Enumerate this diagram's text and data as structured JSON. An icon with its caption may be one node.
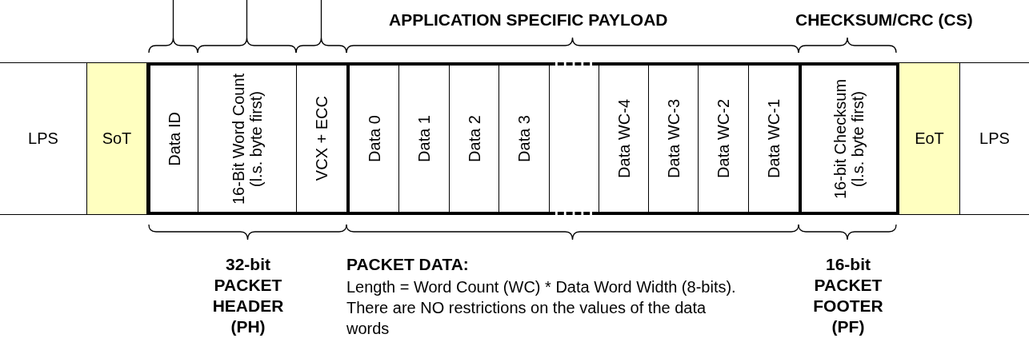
{
  "diagram": {
    "nodes": [
      {
        "text": [
          "LPS"
        ]
      },
      {
        "text": [
          "SoT"
        ]
      },
      {
        "text": [
          "Data ID"
        ]
      },
      {
        "text": [
          "16-Bit Word Count (l.s. byte first)"
        ]
      },
      {
        "text": [
          "VCX + ECC"
        ]
      },
      {
        "text": [
          "Data 0"
        ]
      },
      {
        "text": [
          "Data 1"
        ]
      },
      {
        "text": [
          "Data 2"
        ]
      },
      {
        "text": [
          "Data 3"
        ]
      },
      {
        "text": [],
        "shape": "box"
      },
      {
        "text": [
          "Data WC-4"
        ]
      },
      {
        "text": [
          "Data WC-3"
        ]
      },
      {
        "text": [
          "Data WC-2"
        ]
      },
      {
        "text": [
          "Data WC-1"
        ]
      },
      {
        "text": [
          "16-bit Checksum (l.s. byte first)"
        ]
      },
      {
        "text": [
          "EoT"
        ]
      },
      {
        "text": [
          "LPS"
        ]
      }
    ],
    "edges": [],
    "labels": [
      "APPLICATION SPECIFIC PAYLOAD",
      "CHECKSUM/CRC (CS)",
      "32-bit PACKET HEADER (PH)",
      "PACKET DATA:",
      "Length = Word Count (WC) * Data Word Width (8-bits). There are NO restrictions on the values of the data words",
      "16-bit PACKET FOOTER (PF)"
    ]
  }
}
